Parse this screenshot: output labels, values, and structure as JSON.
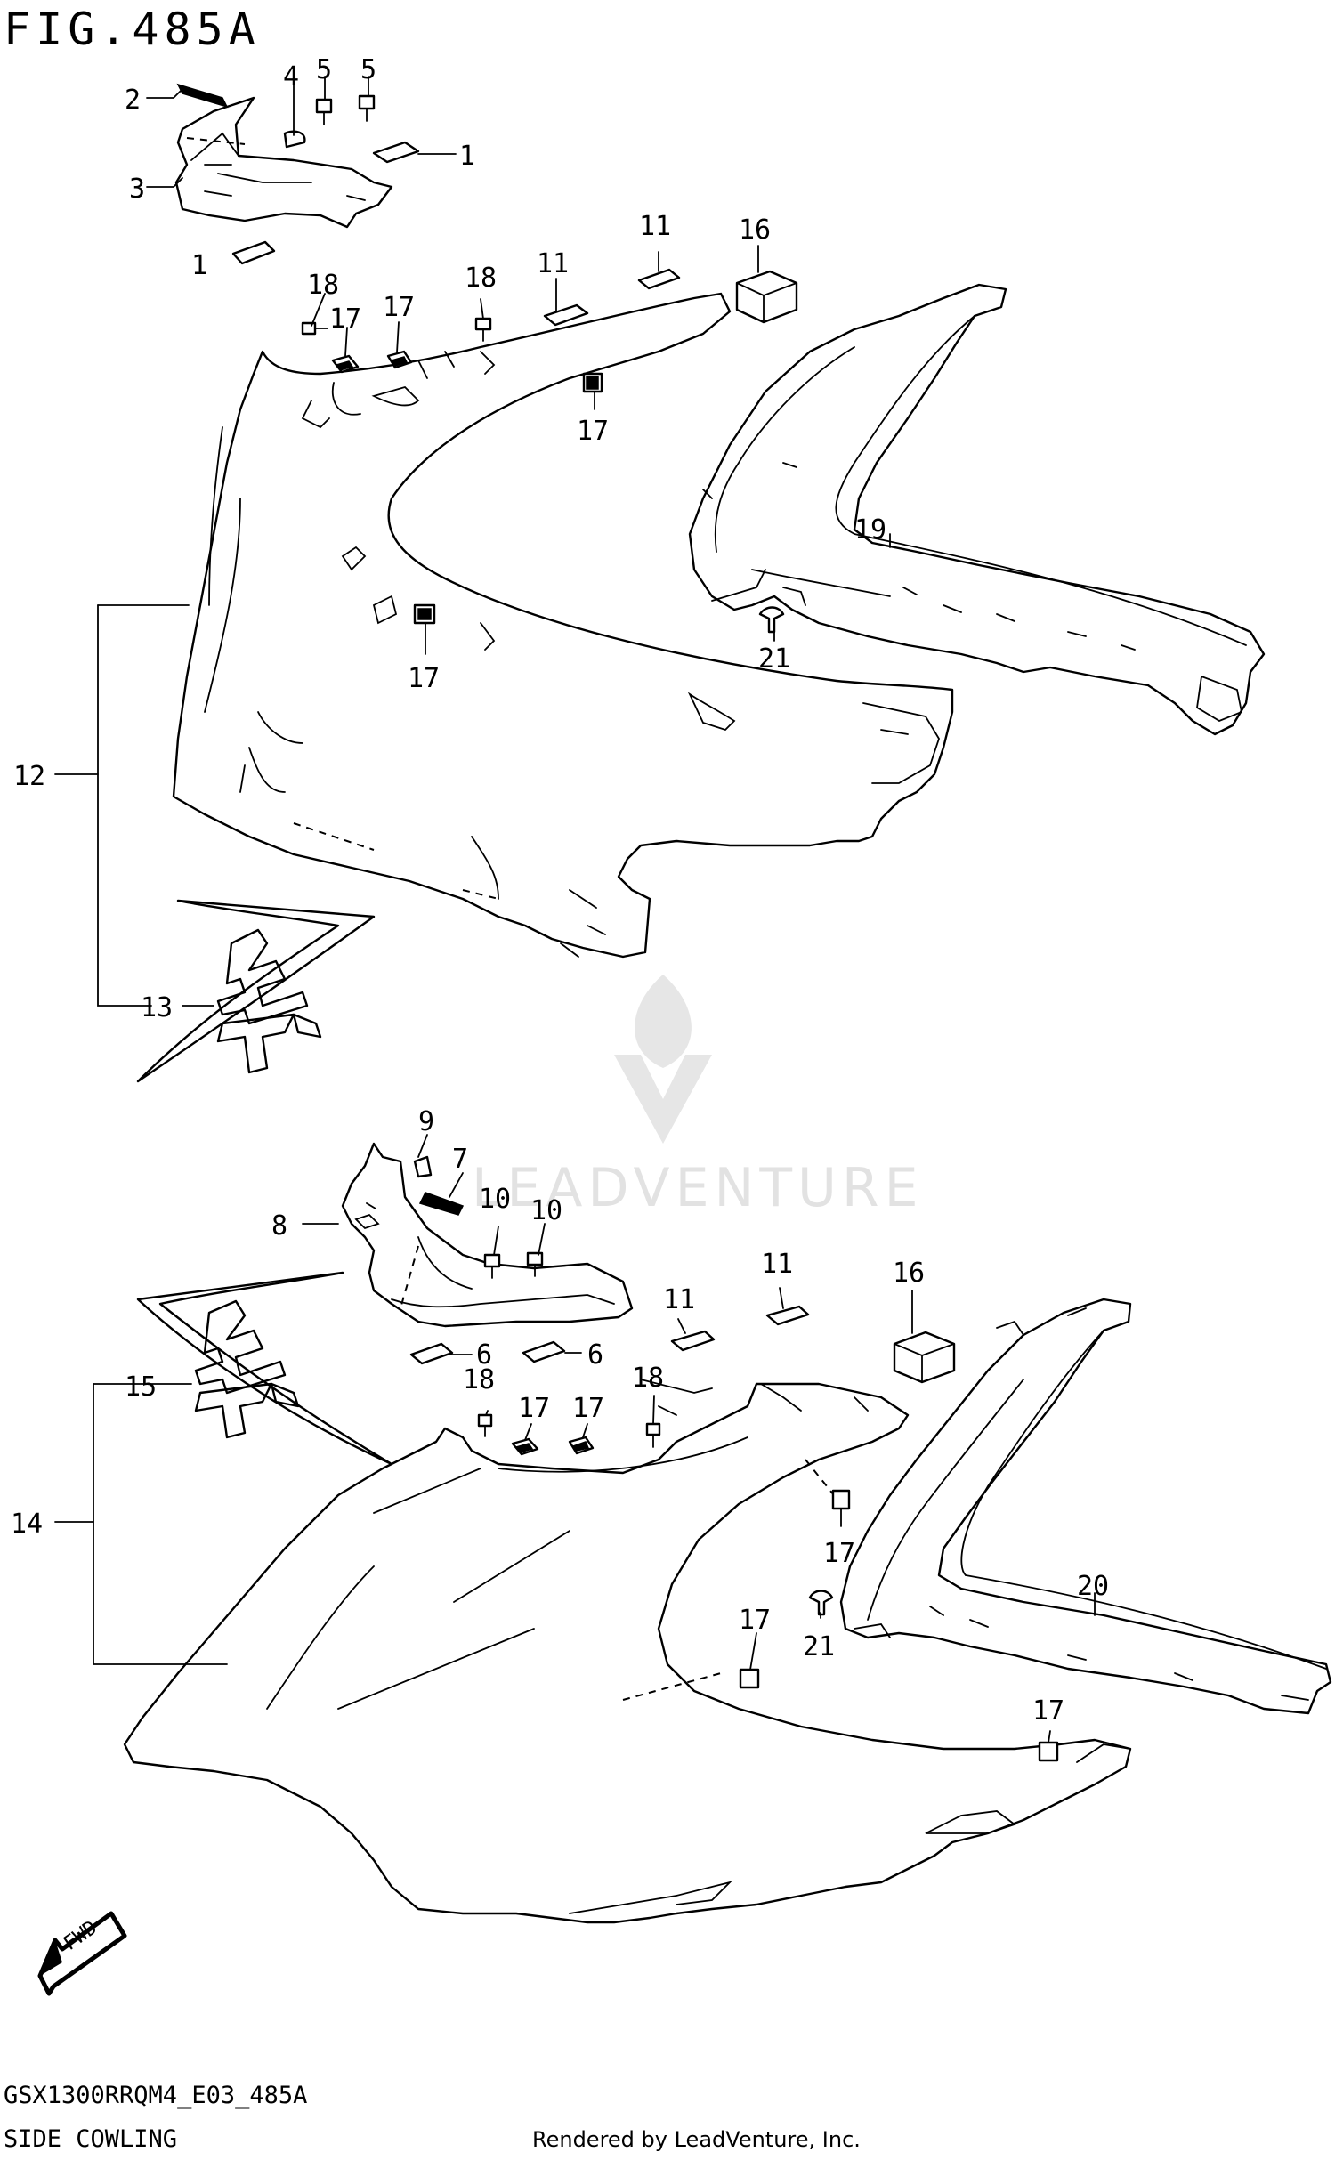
{
  "figure_title": "FIG.485A",
  "callouts": {
    "c1a": "1",
    "c1b": "1",
    "c2": "2",
    "c3": "3",
    "c4": "4",
    "c5a": "5",
    "c5b": "5",
    "c6a": "6",
    "c6b": "6",
    "c7": "7",
    "c8": "8",
    "c9": "9",
    "c10a": "10",
    "c10b": "10",
    "c11a": "11",
    "c11b": "11",
    "c11c": "11",
    "c11d": "11",
    "c12": "12",
    "c13": "13",
    "c14": "14",
    "c15": "15",
    "c16a": "16",
    "c16b": "16",
    "c17a": "17",
    "c17b": "17",
    "c17c": "17",
    "c17d": "17",
    "c17e": "17",
    "c17f": "17",
    "c17g": "17",
    "c17h": "17",
    "c18a": "18",
    "c18b": "18",
    "c18c": "18",
    "c18d": "18",
    "c19": "19",
    "c20": "20",
    "c21a": "21",
    "c21b": "21"
  },
  "fwd_label": "FWD",
  "watermark": "LEADVENTURE",
  "footer": {
    "model_code": "GSX1300RRQM4_E03_485A",
    "section_name": "SIDE COWLING",
    "rendered_by": "Rendered by LeadVenture, Inc."
  },
  "colors": {
    "ink": "#000000",
    "paper": "#ffffff",
    "watermark": "#e2e2e2"
  }
}
